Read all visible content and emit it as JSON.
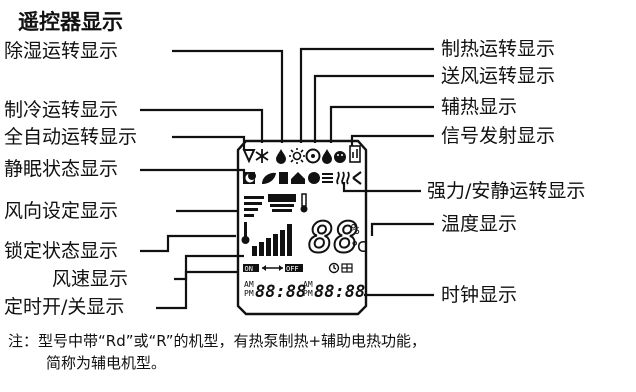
{
  "title": "遥控器显示",
  "labels": {
    "dehumidify": "除湿运转显示",
    "heating": "制热运转显示",
    "fan": "送风运转显示",
    "cooling": "制冷运转显示",
    "aux_heat": "辅热显示",
    "auto": "全自动运转显示",
    "signal": "信号发射显示",
    "sleep": "静眠状态显示",
    "turbo_quiet": "强力/安静运转显示",
    "swing": "风向设定显示",
    "temperature": "温度显示",
    "lock": "锁定状态显示",
    "fan_speed": "风速显示",
    "timer": "定时开/关显示",
    "clock": "时钟显示"
  },
  "lcd": {
    "temp_digits": "88",
    "temp_percent": "%",
    "temp_unit": "℃",
    "timer_on": "ON",
    "timer_off": "OFF",
    "am": "AM",
    "pm": "PM",
    "time1": "88:88",
    "time2": "88:88"
  },
  "note": {
    "line1": "注：型号中带“Rd”或“R”的机型，有热泵制热+辅助电热功能，",
    "line2": "简称为辅电机型。"
  },
  "icons": [
    "triangle-icon",
    "snowflake-icon",
    "drop-icon",
    "sun-icon",
    "fan-icon",
    "drop-dual-icon",
    "smiley-icon",
    "signal-icon",
    "moon-icon",
    "lock-icon",
    "fan-speed-bars-icon",
    "thermometer-icon",
    "clock-icon",
    "grid-icon"
  ]
}
